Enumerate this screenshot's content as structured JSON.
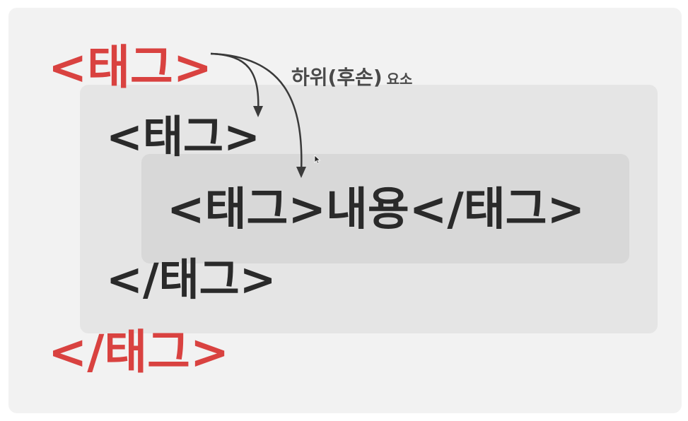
{
  "tags": {
    "outer_open": "<태그>",
    "mid_open": "<태그>",
    "inner_line": "<태그>내용</태그>",
    "mid_close": "</태그>",
    "outer_close": "</태그>"
  },
  "annotation": {
    "main": "하위(후손)",
    "sub": "요소"
  },
  "colors": {
    "highlight": "#d94240",
    "text": "#2a2a2a",
    "arrow": "#3a3a3a"
  }
}
